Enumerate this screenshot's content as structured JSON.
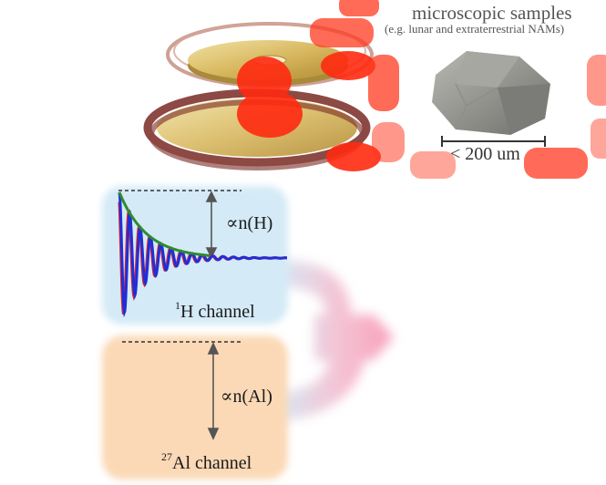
{
  "samples": {
    "title": "microscopic samples",
    "subtitle": "(e.g. lunar and extraterrestrial NAMs)",
    "scale_label": "< 200 um"
  },
  "h_channel": {
    "proportional_label": "∝n(H)",
    "mass_number": "1",
    "channel_label": "H channel"
  },
  "al_channel": {
    "proportional_label": "∝n(Al)",
    "mass_number": "27",
    "channel_label": "Al channel"
  },
  "colors": {
    "h_box": "#d4eaf6",
    "al_box": "#fbd9b6",
    "signal_red": "#e3242b",
    "signal_blue": "#1f2fd8",
    "envelope_green": "#2e8b2e",
    "highlight_red": "#ff2a10",
    "arrow_pink": "#f7a6bf",
    "coil": "#8b2e26",
    "disk_gold": "#d8b860",
    "sample_grey": "#8a8a86"
  },
  "icons": [
    "rf-coil-icon",
    "sample-disk-icon",
    "rock-sample-icon",
    "scale-bar-icon",
    "merge-arrow-icon"
  ]
}
